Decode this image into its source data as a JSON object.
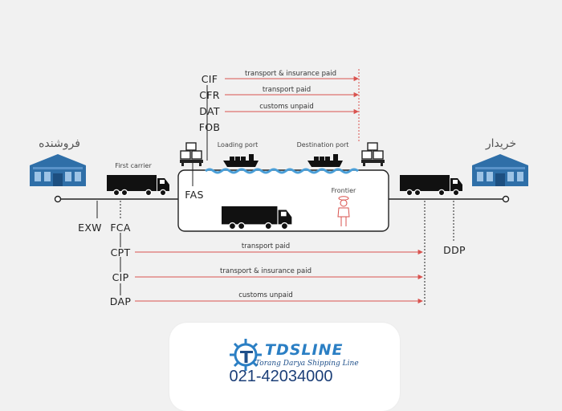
{
  "colors": {
    "background": "#f1f1f1",
    "arrow_red": "#d9534f",
    "building_blue": "#2f6fa8",
    "water_blue": "#4a9fd8",
    "logo_blue": "#2b7fc4",
    "phone_navy": "#1c3f78"
  },
  "parties": {
    "seller": "فروشنده",
    "buyer": "خریدار"
  },
  "places": {
    "first_carrier": "First carrier",
    "loading_port": "Loading port",
    "destination_port": "Destination port",
    "frontier": "Frontier"
  },
  "terms": {
    "exw": "EXW",
    "fca": "FCA",
    "fas": "FAS",
    "fob": "FOB",
    "cfr": "CFR",
    "cif": "CIF",
    "dat": "DAT",
    "cpt": "CPT",
    "cip": "CIP",
    "dap": "DAP",
    "ddp": "DDP"
  },
  "arrows": {
    "cif": "transport & insurance paid",
    "cfr": "transport paid",
    "dat": "customs unpaid",
    "cpt": "transport paid",
    "cip": "transport & insurance paid",
    "dap": "customs unpaid"
  },
  "icons": [
    "warehouse-icon",
    "truck-icon",
    "container-stack-icon",
    "ship-icon",
    "customs-officer-icon",
    "tds-emblem-icon"
  ],
  "logo": {
    "name": "TDSLINE",
    "tagline": "Torang Darya Shipping Line",
    "phone": "021-42034000"
  }
}
